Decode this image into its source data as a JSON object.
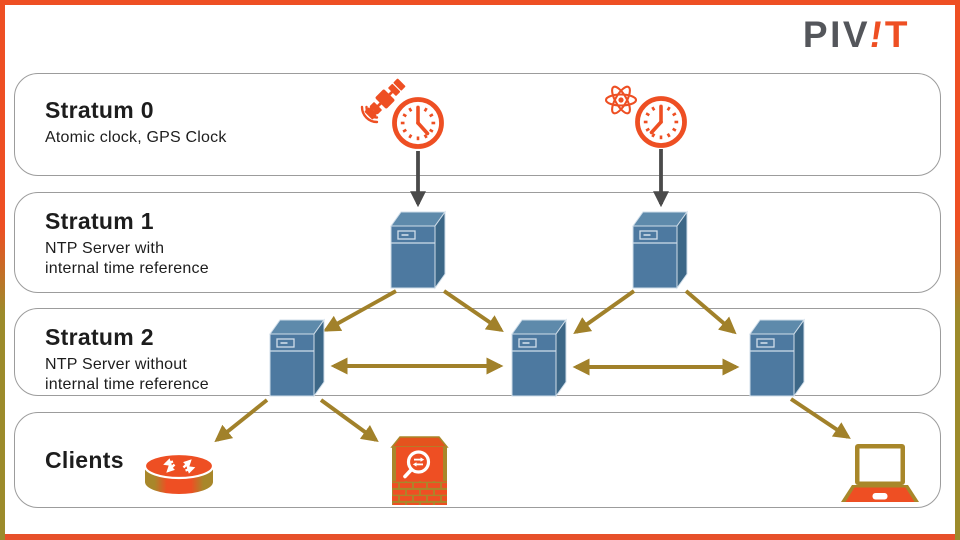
{
  "logo": {
    "gray": "PIV",
    "bang": "!",
    "rest": "T"
  },
  "rows": [
    {
      "id": "stratum-0",
      "title": "Stratum 0",
      "lines": [
        "Atomic clock, GPS Clock"
      ]
    },
    {
      "id": "stratum-1",
      "title": "Stratum 1",
      "lines": [
        "NTP Server with",
        "internal time reference"
      ]
    },
    {
      "id": "stratum-2",
      "title": "Stratum 2",
      "lines": [
        "NTP Server without",
        "internal time reference"
      ]
    },
    {
      "id": "clients",
      "title": "Clients",
      "lines": []
    }
  ],
  "icons": {
    "stratum0": [
      "gps-satellite-icon",
      "clock-icon",
      "atom-icon",
      "clock-icon"
    ],
    "stratum1": [
      "ntp-server-icon",
      "ntp-server-icon"
    ],
    "stratum2": [
      "ntp-server-icon",
      "ntp-server-icon",
      "ntp-server-icon"
    ],
    "clients": [
      "router-icon",
      "firewall-icon",
      "laptop-icon"
    ]
  },
  "connections": [
    "gps-clock -> stratum1-server-left",
    "atomic-clock -> stratum1-server-right",
    "stratum1-server-left -> stratum2-server-left",
    "stratum1-server-left -> stratum2-server-middle",
    "stratum1-server-right -> stratum2-server-middle",
    "stratum1-server-right -> stratum2-server-right",
    "stratum2-server-left <-> stratum2-server-middle",
    "stratum2-server-middle <-> stratum2-server-right",
    "stratum2-server-left -> router",
    "stratum2-server-left -> firewall",
    "stratum2-server-right -> laptop"
  ],
  "colors": {
    "accent_orange": "#ee4f23",
    "olive": "#a8872a",
    "server_blue_front": "#4d79a0",
    "server_blue_top": "#5e8aab",
    "server_blue_side": "#3c6787",
    "arrow_gray": "#4a4a4a",
    "box_border_gray": "#9c9c9c",
    "text": "#1d1d1d",
    "logo_gray": "#54565b"
  }
}
